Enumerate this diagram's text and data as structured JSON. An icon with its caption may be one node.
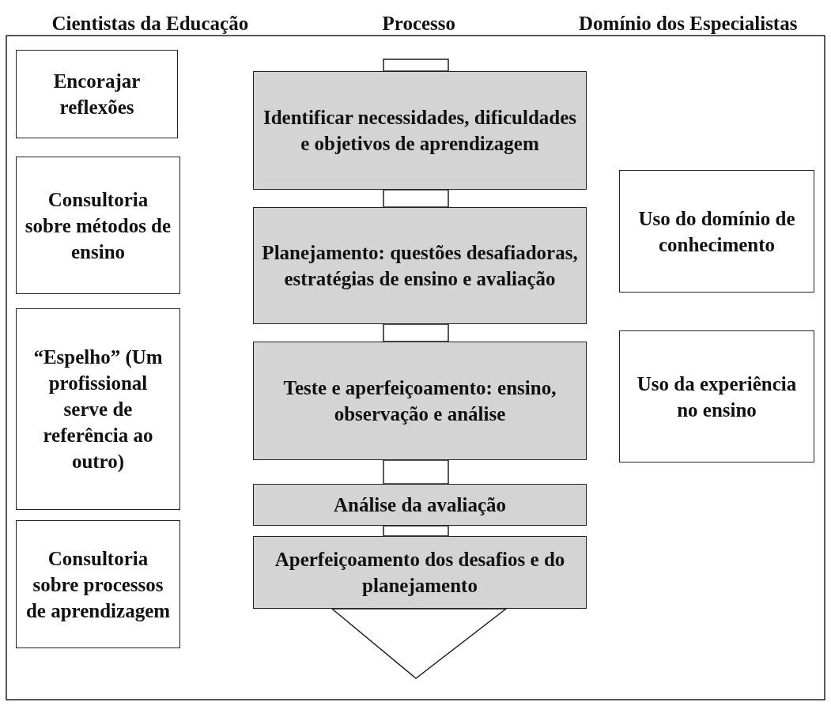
{
  "diagram": {
    "nodes": [
      {
        "text": [
          "Encorajar reflexões"
        ]
      },
      {
        "text": [
          "Consultoria sobre métodos de ensino"
        ]
      },
      {
        "text": [
          "“Espelho” (Um profissional serve de referência ao outro)"
        ]
      },
      {
        "text": [
          "Consultoria sobre processos de aprendizagem"
        ]
      },
      {
        "text": [
          "Identificar necessidades, dificuldades e objetivos de aprendizagem"
        ]
      },
      {
        "text": [
          "Planejamento: questões desafiadoras, estratégias de ensino e avaliação"
        ]
      },
      {
        "text": [
          "Teste e aperfeiçoamento: ensino, observação e análise"
        ]
      },
      {
        "text": [
          "Análise da avaliação"
        ]
      },
      {
        "text": [
          "Aperfeiçoamento dos desafios e do planejamento"
        ]
      },
      {
        "text": [
          "Uso do domínio de conhecimento"
        ]
      },
      {
        "text": [
          "Uso da experiência no ensino"
        ]
      }
    ],
    "edges": [
      {
        "from": null,
        "to": 4,
        "arrow": "none"
      },
      {
        "from": 4,
        "to": 5,
        "arrow": "none"
      },
      {
        "from": 5,
        "to": 6,
        "arrow": "none"
      },
      {
        "from": 6,
        "to": 7,
        "arrow": "none"
      },
      {
        "from": 7,
        "to": 8,
        "arrow": "none"
      },
      {
        "from": 8,
        "to": null,
        "arrow": "to"
      }
    ],
    "labels": [
      "Cientistas da Educação",
      "Processo",
      "Domínio dos Especialistas"
    ]
  }
}
